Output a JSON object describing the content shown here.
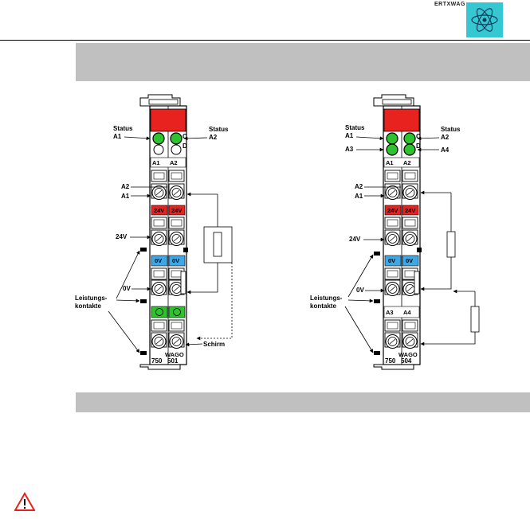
{
  "header": {
    "brand": "ERTXWAG"
  },
  "modules": [
    {
      "id": "750-501",
      "code_top": "750",
      "code_bottom": "501",
      "brand": "WAGO",
      "lbl_status_a1": [
        "Status",
        "A1"
      ],
      "lbl_status_a2": [
        "Status",
        "A2"
      ],
      "lbl_a1_top": "A1",
      "lbl_a2_top": "A2",
      "lbl_a2_left": "A2",
      "lbl_a1_left": "A1",
      "lbl_24v_left": "24V",
      "lbl_0v_left": "0V",
      "lbl_contacts": [
        "Leistungs-",
        "kontakte"
      ],
      "lbl_shield": "Schirm",
      "chip_24v": [
        "24V",
        "24V"
      ],
      "chip_0v": [
        "0V",
        "0V"
      ],
      "led_c": "C",
      "led_d": "D"
    },
    {
      "id": "750-504",
      "code_top": "750",
      "code_bottom": "504",
      "brand": "WAGO",
      "lbl_status_a1": [
        "Status",
        "A1"
      ],
      "lbl_status_a2": [
        "Status",
        "A2"
      ],
      "lbl_a3_right": "A3",
      "lbl_a4_right": "A4",
      "lbl_a1_top": "A1",
      "lbl_a2_top": "A2",
      "lbl_a2_left": "A2",
      "lbl_a1_left": "A1",
      "lbl_24v_left": "24V",
      "lbl_0v_left": "0V",
      "lbl_contacts": [
        "Leistungs-",
        "kontakte"
      ],
      "lbl_a3_bottom": "A3",
      "lbl_a4_bottom": "A4",
      "chip_24v": [
        "24V",
        "24V"
      ],
      "chip_0v": [
        "0V",
        "0V"
      ],
      "led_c": "C",
      "led_d": "D"
    }
  ],
  "colors": {
    "red": "#e8231f",
    "green": "#2ec32e",
    "blue": "#3fa7e6",
    "band": "#c0c0c0",
    "logo": "#36c8d2"
  }
}
